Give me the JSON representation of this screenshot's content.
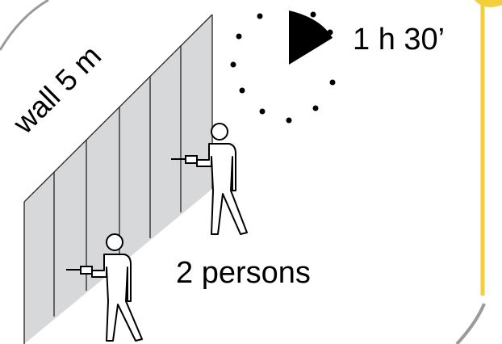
{
  "illustration": {
    "wall_label": "wall 5 m",
    "time_label": "1 h 30’",
    "persons_label": "2 persons"
  },
  "colors": {
    "wall_fill": "#d7d8da",
    "ink": "#000000",
    "accent_yellow": "#f3cf3a",
    "border_gray": "#8c8c8c"
  },
  "icons": [
    "clock-icon",
    "person-icon",
    "drill-icon"
  ]
}
